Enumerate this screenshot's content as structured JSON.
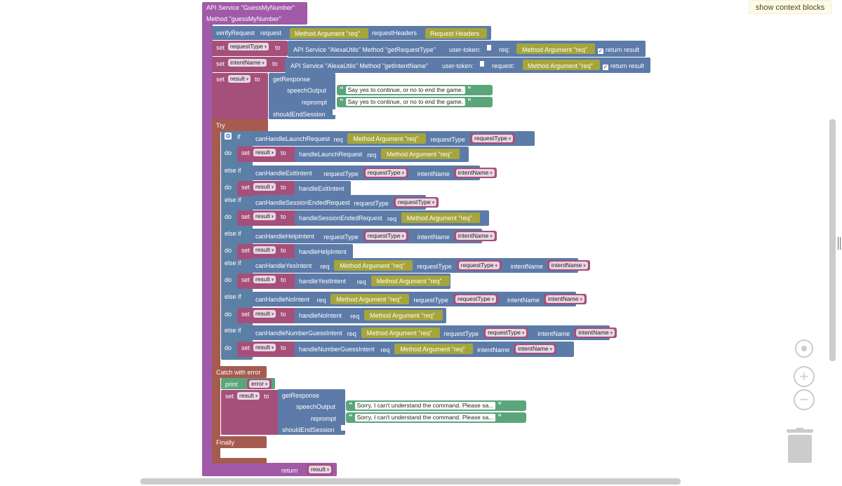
{
  "toolbar": {
    "show_context": "show context blocks"
  },
  "service": {
    "title": "API Service \"GuessMyNumber\"",
    "method": "Method \"guessMyNumber\""
  },
  "verify": {
    "label": "verifyRequest",
    "request": "request",
    "arg": "Method Argument \"req\"",
    "headers_label": "requestHeaders",
    "headers": "Request Headers"
  },
  "common": {
    "set": "set",
    "to": "to",
    "do": "do",
    "if": "if",
    "elseif": "else if",
    "req": "req",
    "request_type": "requestType",
    "intent_name": "intentName",
    "method_arg": "Method Argument \"req\"",
    "return_result": "return result",
    "user_token": "user-token:",
    "req_colon": "req:",
    "request_colon": "request:"
  },
  "vars": {
    "requestType": "requestType",
    "intentName": "intentName",
    "result": "result",
    "error": "error"
  },
  "alexa": {
    "get_request_type": "API Service \"AlexaUtils\"   Method \"getRequestType\"",
    "get_intent_name": "API Service \"AlexaUtils\"   Method \"getIntentName\""
  },
  "response": {
    "get": "getResponse",
    "speech": "speechOutput",
    "reprompt": "reprompt",
    "end": "shouldEndSession",
    "speech_text": "Say yes to continue, or no to end the game.",
    "reprompt_text": "Say yes to continue, or no to end the game.",
    "err_speech_text": "Sorry, I can't understand the command. Please sa...",
    "err_reprompt_text": "Sorry, I can't understand the command. Please sa..."
  },
  "try": {
    "try": "Try",
    "catch": "Catch with error",
    "print": "print",
    "finally": "Finally",
    "return": "return"
  },
  "branches": {
    "canLaunch": "canHandleLaunchRequest",
    "handleLaunch": "handleLaunchRequest",
    "canExit": "canHandleExitIntent",
    "handleExit": "handleExitIntent",
    "canEnded": "canHandleSessionEndedRequest",
    "handleEnded": "handleSessionEndedRequest",
    "canHelp": "canHandleHelpIntent",
    "handleHelp": "handleHelpIntent",
    "canYes": "canHandleYesIntent",
    "handleYes": "handleYestIntent",
    "canNo": "canHandleNoIntent",
    "handleNo": "handleNoIntent",
    "canGuess": "canHandleNumberGuessIntent",
    "handleGuess": "handleNumberGuessIntent"
  }
}
